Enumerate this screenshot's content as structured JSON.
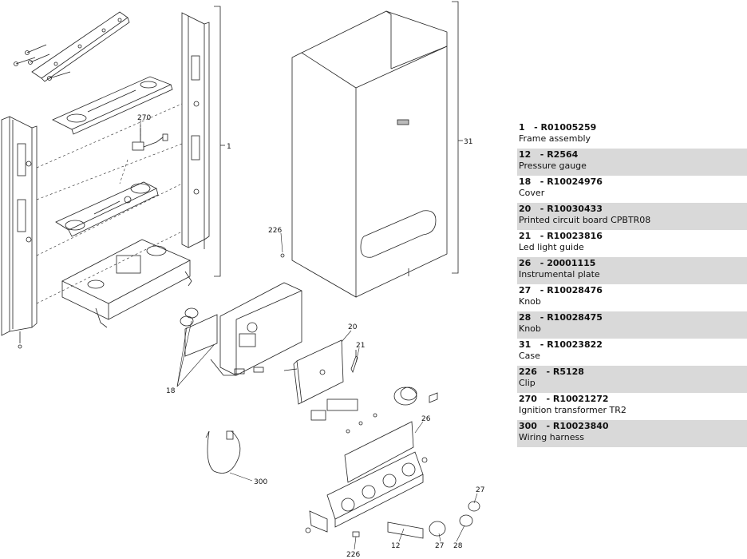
{
  "diagram": {
    "callouts": {
      "c1": "1",
      "c31": "31",
      "c270": "270",
      "c226a": "226",
      "c226b": "226",
      "c20": "20",
      "c21": "21",
      "c18": "18",
      "c26": "26",
      "c300": "300",
      "c12": "12",
      "c27a": "27",
      "c27b": "27",
      "c28": "28"
    }
  },
  "parts": [
    {
      "num": "1",
      "code": "R01005259",
      "desc": "Frame assembly"
    },
    {
      "num": "12",
      "code": "R2564",
      "desc": "Pressure gauge"
    },
    {
      "num": "18",
      "code": "R10024976",
      "desc": "Cover"
    },
    {
      "num": "20",
      "code": "R10030433",
      "desc": "Printed circuit board CPBTR08"
    },
    {
      "num": "21",
      "code": "R10023816",
      "desc": "Led light guide"
    },
    {
      "num": "26",
      "code": "20001115",
      "desc": "Instrumental plate"
    },
    {
      "num": "27",
      "code": "R10028476",
      "desc": "Knob"
    },
    {
      "num": "28",
      "code": "R10028475",
      "desc": "Knob"
    },
    {
      "num": "31",
      "code": "R10023822",
      "desc": "Case"
    },
    {
      "num": "226",
      "code": "R5128",
      "desc": "Clip"
    },
    {
      "num": "270",
      "code": "R10021272",
      "desc": "Ignition transformer TR2"
    },
    {
      "num": "300",
      "code": "R10023840",
      "desc": "Wiring harness"
    }
  ]
}
